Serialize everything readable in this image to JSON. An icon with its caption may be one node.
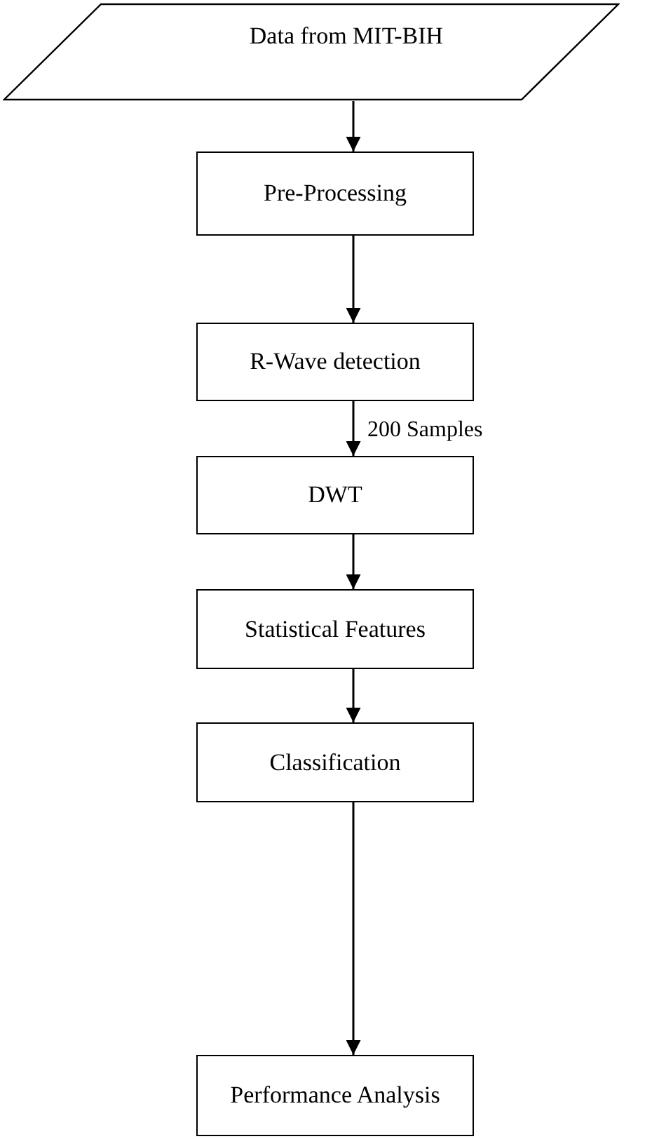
{
  "diagram": {
    "nodes": [
      {
        "text": [
          "Data from MIT-BIH"
        ]
      },
      {
        "text": [
          "Pre-Processing"
        ]
      },
      {
        "text": [
          "R-Wave detection"
        ]
      },
      {
        "text": [
          "DWT"
        ]
      },
      {
        "text": [
          "Statistical Features"
        ]
      },
      {
        "text": [
          "Classification"
        ]
      },
      {
        "text": [
          "Performance Analysis"
        ]
      }
    ],
    "edges": [
      {
        "from": 0,
        "to": 1,
        "arrow": "to"
      },
      {
        "from": 1,
        "to": 2,
        "arrow": "to"
      },
      {
        "from": 2,
        "to": 3,
        "arrow": "to",
        "label": "200 Samples"
      },
      {
        "from": 3,
        "to": 4,
        "arrow": "to"
      },
      {
        "from": 4,
        "to": 5,
        "arrow": "to"
      },
      {
        "from": 5,
        "to": 6,
        "arrow": "to"
      }
    ]
  }
}
